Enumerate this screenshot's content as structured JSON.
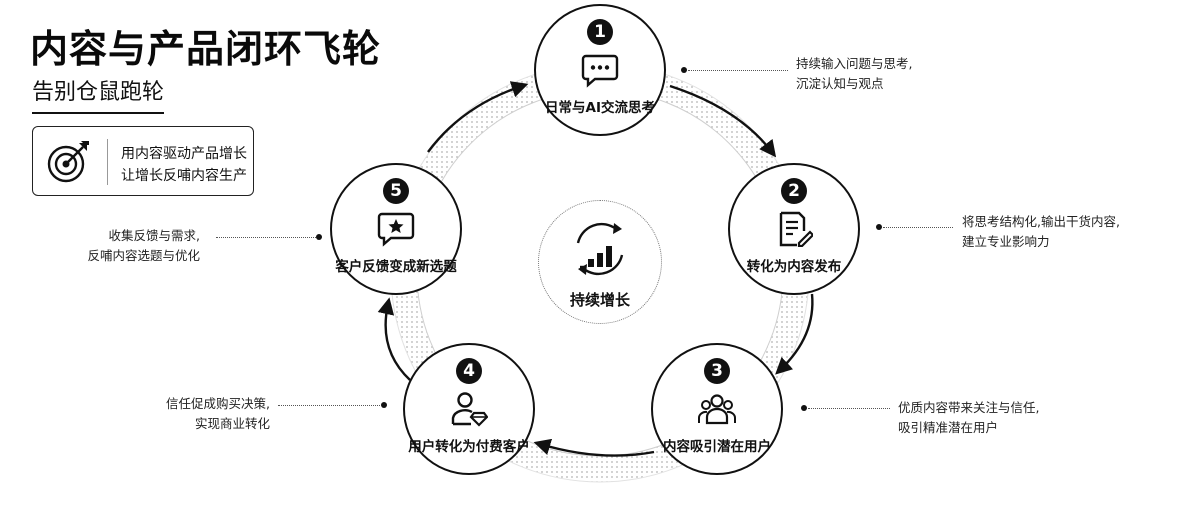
{
  "header": {
    "title": "内容与产品闭环飞轮",
    "subtitle": "告别仓鼠跑轮"
  },
  "motto": {
    "icon": "target-arrow-icon",
    "line1": "用内容驱动产品增长",
    "line2": "让增长反哺内容生产"
  },
  "center": {
    "icon": "growth-chart-icon",
    "label": "持续增长"
  },
  "nodes": [
    {
      "num": "1",
      "label": "日常与AI交流思考",
      "icon": "chat-bubble-icon",
      "desc1": "持续输入问题与思考,",
      "desc2": "沉淀认知与观点"
    },
    {
      "num": "2",
      "label": "转化为内容发布",
      "icon": "document-edit-icon",
      "desc1": "将思考结构化,输出干货内容,",
      "desc2": "建立专业影响力"
    },
    {
      "num": "3",
      "label": "内容吸引潜在用户",
      "icon": "users-group-icon",
      "desc1": "优质内容带来关注与信任,",
      "desc2": "吸引精准潜在用户"
    },
    {
      "num": "4",
      "label": "用户转化为付费客户",
      "icon": "user-diamond-icon",
      "desc1": "信任促成购买决策,",
      "desc2": "实现商业转化"
    },
    {
      "num": "5",
      "label": "客户反馈变成新选题",
      "icon": "star-bubble-icon",
      "desc1": "收集反馈与需求,",
      "desc2": "反哺内容选题与优化"
    }
  ]
}
